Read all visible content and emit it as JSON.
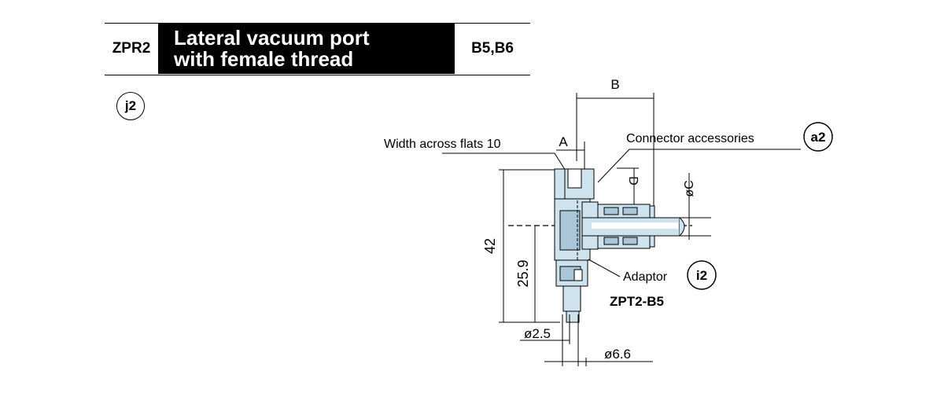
{
  "header": {
    "code": "ZPR2",
    "title_line1": "Lateral vacuum port",
    "title_line2": "with female thread",
    "models": "B5,B6"
  },
  "section_badge": "j2",
  "diagram": {
    "dim_B": "B",
    "dim_A": "A",
    "dim_D": "D",
    "dim_C": "øC",
    "dim_42": "42",
    "dim_25_9": "25.9",
    "dim_2_5": "ø2.5",
    "dim_6_6": "ø6.6",
    "width_across_flats": "Width across flats 10",
    "connector_accessories": "Connector accessories",
    "connector_badge": "a2",
    "adaptor": "Adaptor",
    "adaptor_badge": "i2",
    "model_label": "ZPT2-B5"
  },
  "colors": {
    "part_fill": "#cfe3ee",
    "part_fill_dark": "#a9c7d8",
    "line": "#000000"
  }
}
